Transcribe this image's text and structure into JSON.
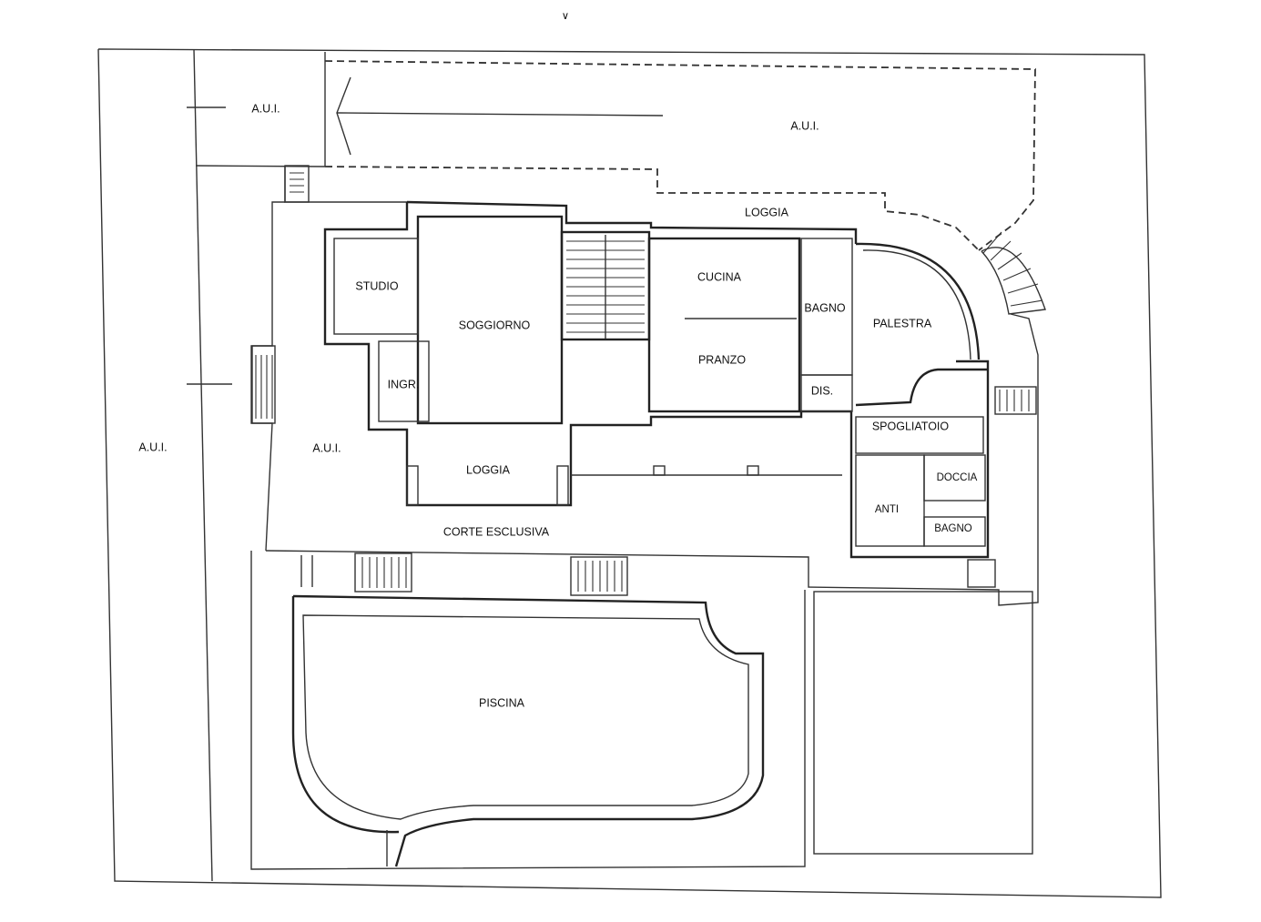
{
  "plan": {
    "top_mark": "∨",
    "rooms": {
      "aui_top_left": "A.U.I.",
      "aui_top_right": "A.U.I.",
      "aui_left": "A.U.I.",
      "aui_center": "A.U.I.",
      "loggia_top": "LOGGIA",
      "studio": "STUDIO",
      "soggiorno": "SOGGIORNO",
      "ingresso": "INGR.",
      "cucina": "CUCINA",
      "pranzo": "PRANZO",
      "bagno_top": "BAGNO",
      "dis": "DIS.",
      "palestra": "PALESTRA",
      "spogliatoio": "SPOGLIATOIO",
      "doccia": "DOCCIA",
      "anti": "ANTI",
      "bagno_bottom": "BAGNO",
      "loggia_bottom": "LOGGIA",
      "corte": "CORTE ESCLUSIVA",
      "piscina": "PISCINA"
    }
  }
}
